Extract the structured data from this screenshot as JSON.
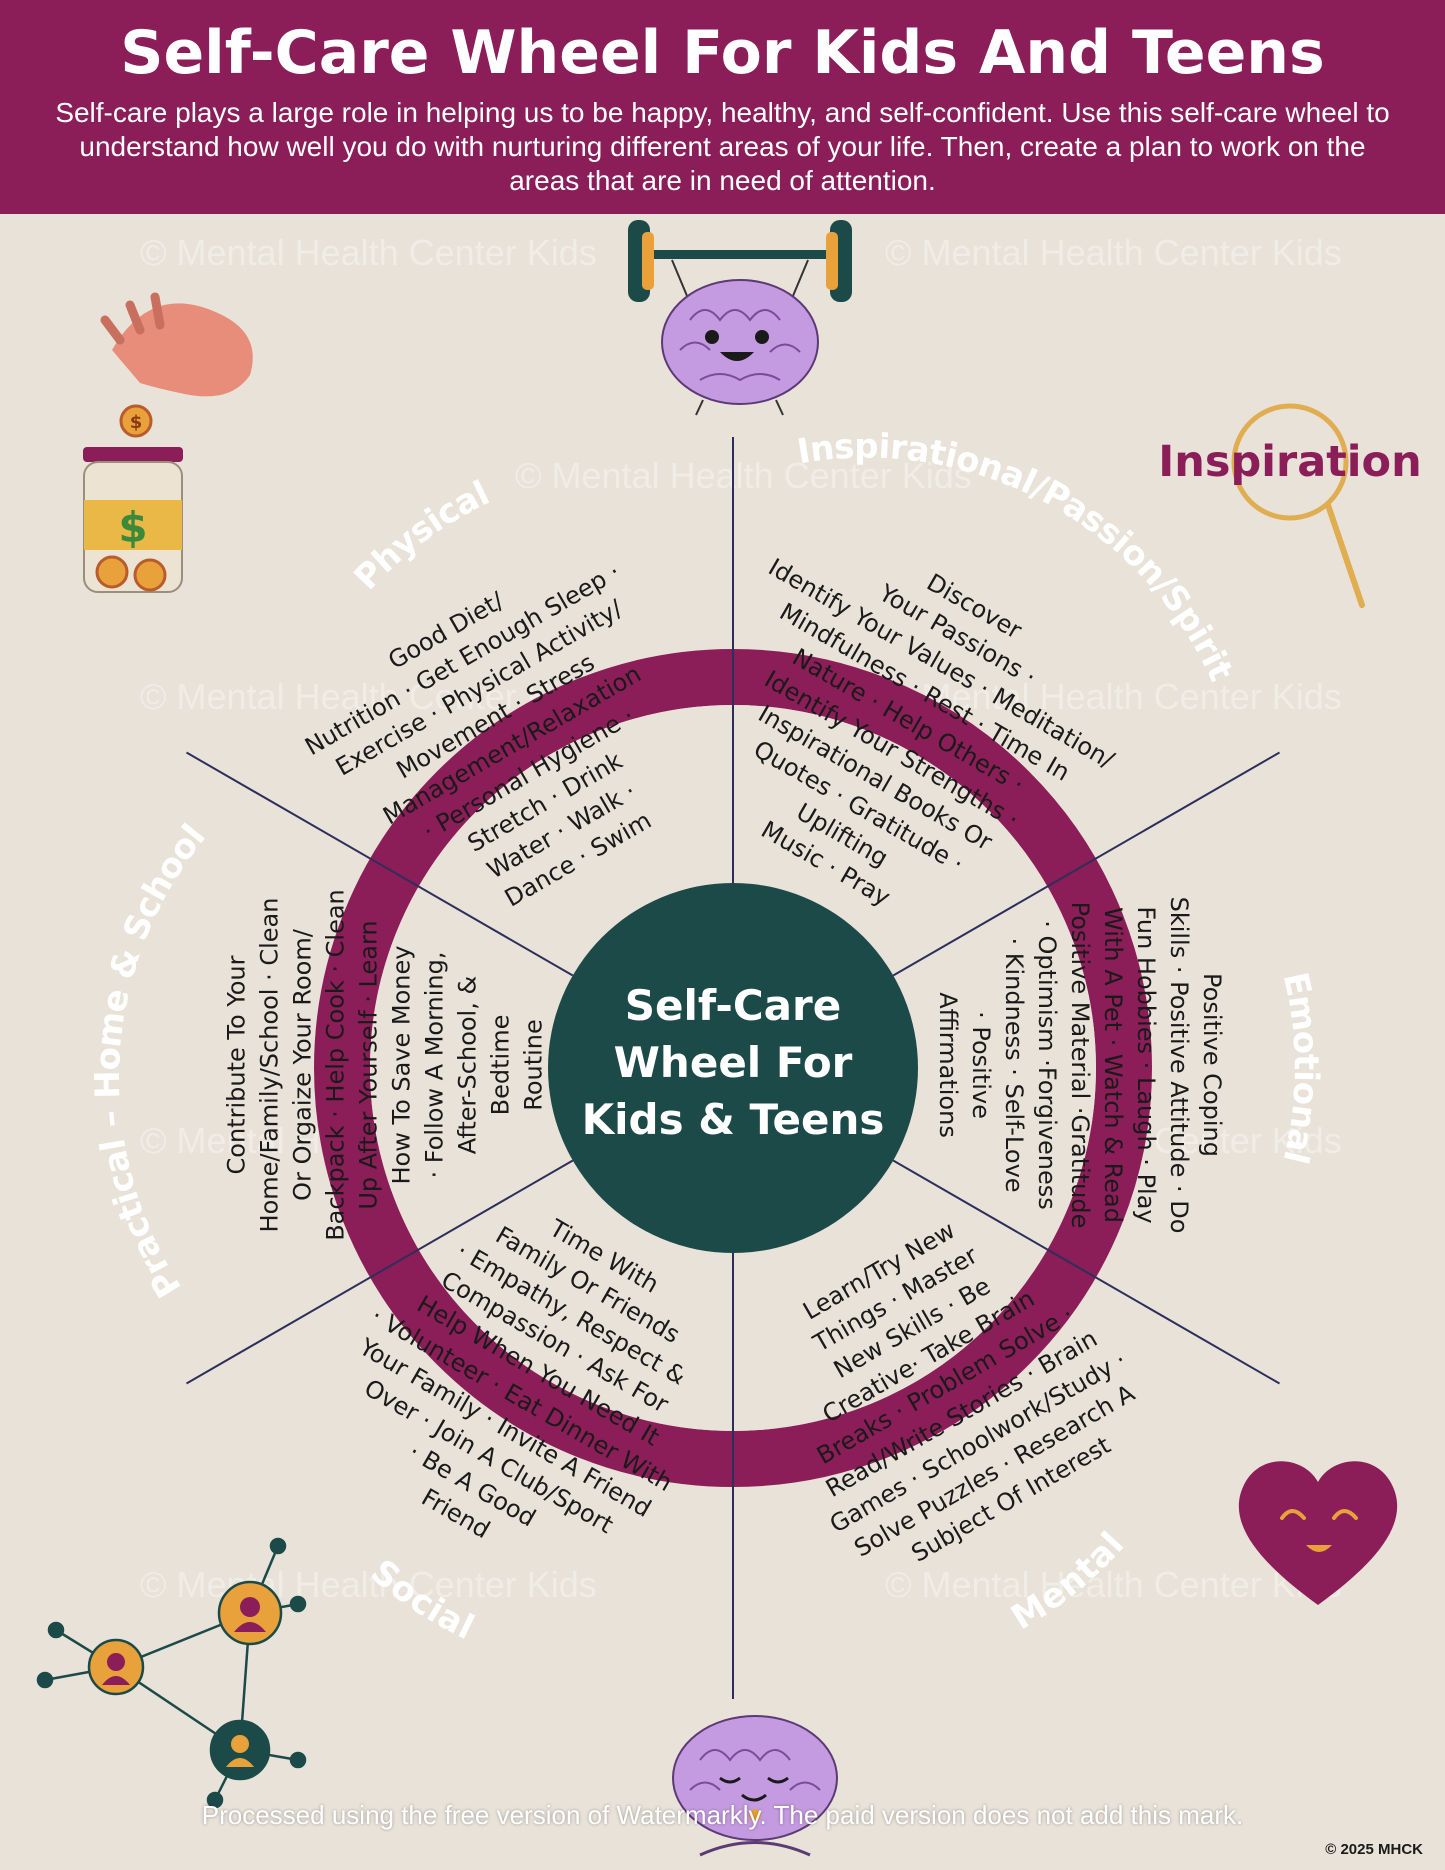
{
  "header": {
    "title": "Self-Care Wheel For Kids And Teens",
    "subtitle": "Self-care plays a large role in helping us to be happy, healthy, and self-confident. Use this self-care wheel to understand how well you do with nurturing different areas of your life. Then, create a plan to work on the areas that are in need of attention."
  },
  "watermark": "© Mental Health Center Kids",
  "center": {
    "lines": [
      "Self-Care",
      "Wheel For",
      "Kids & Teens"
    ]
  },
  "segments": [
    {
      "label": "Physical",
      "items": [
        "Good Diet/",
        "Nutrition · Get Enough Sleep ·",
        "Exercise · Physical Activity/",
        "Movement · Stress",
        "Management/Relaxation",
        "· Personal Hygiene ·",
        "Stretch · Drink",
        "Water · Walk ·",
        "Dance · Swim"
      ]
    },
    {
      "label": "Inspirational/Passion/Spirit",
      "items": [
        "Discover",
        "Your Passions ·",
        "Identify Your Values · Meditation/",
        "Mindfulness · Rest · Time In",
        "Nature · Help Others ·",
        "Identify Your Strengths ·",
        "Inspirational Books Or",
        "Quotes · Gratitude ·",
        "Uplifting",
        "Music · Pray"
      ]
    },
    {
      "label": "Emotional",
      "items": [
        "Positive Coping",
        "Skills · Positive Attitude · Do",
        "Fun Hobbies · Laugh · Play",
        "With A Pet · Watch & Read",
        "Positive Material ·Gratitude",
        "· Optimism ·Forgiveness",
        "· Kindness · Self-Love",
        "· Positive",
        "Affirmations"
      ]
    },
    {
      "label": "Mental",
      "items": [
        "Learn/Try New",
        "Things · Master",
        "New Skills · Be",
        "Creative· Take Brain",
        "Breaks · Problem Solve ·",
        "Read/Write Stories · Brain",
        "Games · Schoolwork/Study ·",
        "Solve Puzzles · Research A",
        "Subject Of Interest"
      ]
    },
    {
      "label": "Social",
      "items": [
        "Time With",
        "Family Or Friends",
        "· Empathy, Respect &",
        "Compassion · Ask For",
        "Help When You Need It",
        "· Volunteer · Eat Dinner With",
        "Your Family · Invite A Friend",
        "Over · Join A Club/Sport",
        "· Be A Good",
        "Friend"
      ]
    },
    {
      "label": "Practical – Home & School",
      "items": [
        "Contribute To Your",
        "Home/Family/School · Clean",
        "Or Orgaize Your Room/",
        "Backpack · Help Cook · Clean",
        "Up After Yourself · Learn",
        "How To Save Money",
        "· Follow A Morning,",
        "After-School, &",
        "Bedtime",
        "Routine"
      ]
    }
  ],
  "decorations": {
    "inspiration_label": "Inspiration",
    "jar_symbol": "$",
    "coin_symbol": "$"
  },
  "footer": {
    "watermark_notice": "Processed using the free version of Watermarkly. The paid version does not add this mark.",
    "copyright": "© 2025 MHCK"
  },
  "colors": {
    "brand": "#8b1d58",
    "center": "#1c4a48",
    "background": "#e8e2d9",
    "divider": "#2e2e5a",
    "gold": "#e9a23b",
    "brain": "#c49be0"
  }
}
